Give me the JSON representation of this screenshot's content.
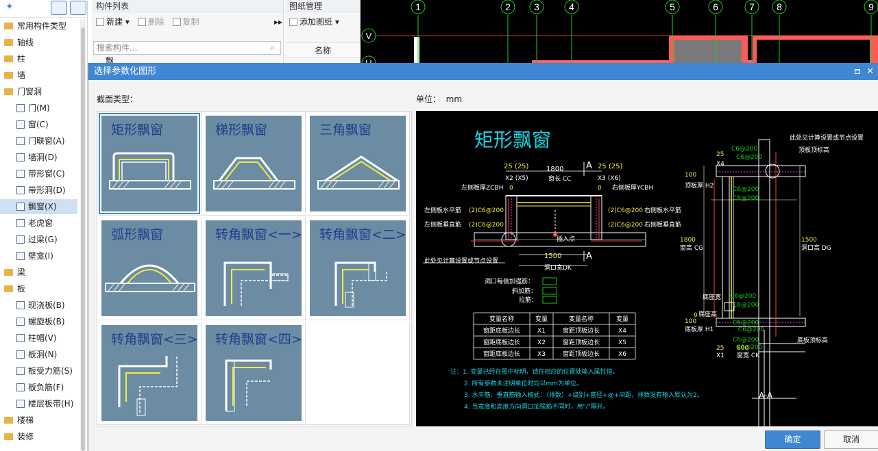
{
  "left_tree": {
    "items": [
      {
        "label": "常用构件类型",
        "level": 0
      },
      {
        "label": "轴线",
        "level": 0
      },
      {
        "label": "柱",
        "level": 0
      },
      {
        "label": "墙",
        "level": 0
      },
      {
        "label": "门窗洞",
        "level": 0
      },
      {
        "label": "门(M)",
        "level": 1
      },
      {
        "label": "窗(C)",
        "level": 1
      },
      {
        "label": "门联窗(A)",
        "level": 1
      },
      {
        "label": "墙洞(D)",
        "level": 1
      },
      {
        "label": "带形窗(C)",
        "level": 1
      },
      {
        "label": "带形洞(D)",
        "level": 1
      },
      {
        "label": "飘窗(X)",
        "level": 1,
        "selected": true
      },
      {
        "label": "老虎窗",
        "level": 1
      },
      {
        "label": "过梁(G)",
        "level": 1
      },
      {
        "label": "壁龛(I)",
        "level": 1
      },
      {
        "label": "梁",
        "level": 0
      },
      {
        "label": "板",
        "level": 0
      },
      {
        "label": "现浇板(B)",
        "level": 1
      },
      {
        "label": "螺旋板(B)",
        "level": 1
      },
      {
        "label": "柱帽(V)",
        "level": 1
      },
      {
        "label": "板洞(N)",
        "level": 1
      },
      {
        "label": "板受力筋(S)",
        "level": 1
      },
      {
        "label": "板负筋(F)",
        "level": 1
      },
      {
        "label": "楼层板带(H)",
        "level": 1
      },
      {
        "label": "楼梯",
        "level": 0
      },
      {
        "label": "装修",
        "level": 0
      }
    ]
  },
  "component_panel": {
    "title": "构件列表",
    "new_label": "新建",
    "delete_label": "删除",
    "copy_label": "复制",
    "search_placeholder": "搜索构件...",
    "list_item": "飘"
  },
  "drawing_panel": {
    "title": "图纸管理",
    "add_label": "添加图纸",
    "col_name": "名称"
  },
  "cad_axes": [
    "1",
    "2",
    "3",
    "4",
    "5",
    "6",
    "7",
    "8",
    "9"
  ],
  "cad_row_marks": [
    "V",
    "U"
  ],
  "dialog": {
    "title": "选择参数化图形",
    "section_type_label": "截面类型：",
    "unit_label": "单位：",
    "unit_value": "mm",
    "ok_label": "确定",
    "cancel_label": "取消",
    "shapes": [
      "矩形飘窗",
      "梯形飘窗",
      "三角飘窗",
      "弧形飘窗",
      "转角飘窗<一>",
      "转角飘窗<二>",
      "转角飘窗<三>",
      "转角飘窗<四>"
    ],
    "selected_shape": 0
  },
  "preview": {
    "title": "矩形飘窗",
    "texts": {
      "t25a": "25 (25)",
      "t1800": "1800",
      "tA1": "A",
      "t25b": "25 (25)",
      "tx2": "X2 (X5)",
      "twin": "窗长 CC",
      "tx3": "X3 (X6)",
      "tzcbh": "左侧板厚ZCBH",
      "t0a": "0",
      "t0b": "0",
      "tycbh": "右侧板厚YCBH",
      "tlh": "左侧板水平筋",
      "tlh2": "(2)C6@200",
      "trh": "(2)C6@200",
      "trh2": "右侧板水平筋",
      "tlv": "左侧板垂直筋",
      "tlv2": "(2)C6@200",
      "trv": "(2)C6@200",
      "trv2": "右侧板垂直筋",
      "tins": "插入点",
      "t1500": "1500",
      "tA2": "A",
      "tnote1": "此处见计算设置或节点设置",
      "tdk": "洞口宽DK",
      "treinf1": "洞口每侧加强筋：",
      "treinf2": "斜加筋：",
      "treinf3": "拉筋：",
      "s_note": "此处见计算设置或节点设置",
      "s_top": "顶板顶标高",
      "s_25": "25",
      "s_x4": "X4",
      "s_c1": "C6@200",
      "s_c2": "C6@200",
      "s_c3": "C6@200",
      "s_c4": "C6@200",
      "s_100a": "100",
      "s_h2": "顶板厚 H2",
      "s_1800": "1800",
      "s_cg": "窗高 CG",
      "s_1500": "1500",
      "s_dg": "洞口高 DG",
      "s_dz": "底座宽",
      "s_c5": "C6@200",
      "s_c6": "C6@200",
      "s_0": "0",
      "s_dzh": "底座高",
      "s_100b": "100",
      "s_h1": "底板厚 H1",
      "s_c7": "C6@200",
      "s_c8": "C6@200",
      "s_c9": "C6@200",
      "s_c10": "C6@200",
      "s_bot": "底板顶标高",
      "s_25b": "25",
      "s_800": "800",
      "s_x1": "X1",
      "s_ck": "窗宽 CK",
      "s_aa": "A-A"
    },
    "table": {
      "headers": [
        "变量名称",
        "变量",
        "变量名称",
        "变量"
      ],
      "rows": [
        [
          "窗距底板边长",
          "X1",
          "窗距顶板边长",
          "X4"
        ],
        [
          "窗距底板边长",
          "X2",
          "窗距顶板边长",
          "X5"
        ],
        [
          "窗距底板边长",
          "X3",
          "窗距顶板边长",
          "X6"
        ]
      ]
    },
    "notes": [
      "注：1. 变量已经在图中标明，请在相应的位置处输入属性值。",
      "2. 所有参数未注明单位时均以mm为单位。",
      "3. 水平筋、垂直筋输入格式：（排数）+级别+直径+@+间距，排数没有输入默认为2。",
      "4. 当宽度和高度方向洞口加强筋不同时，用\"/\"隔开。"
    ]
  },
  "colors": {
    "accent": "#3f86d3",
    "tile": "#6c8ca3",
    "cad_bg": "#000000"
  }
}
